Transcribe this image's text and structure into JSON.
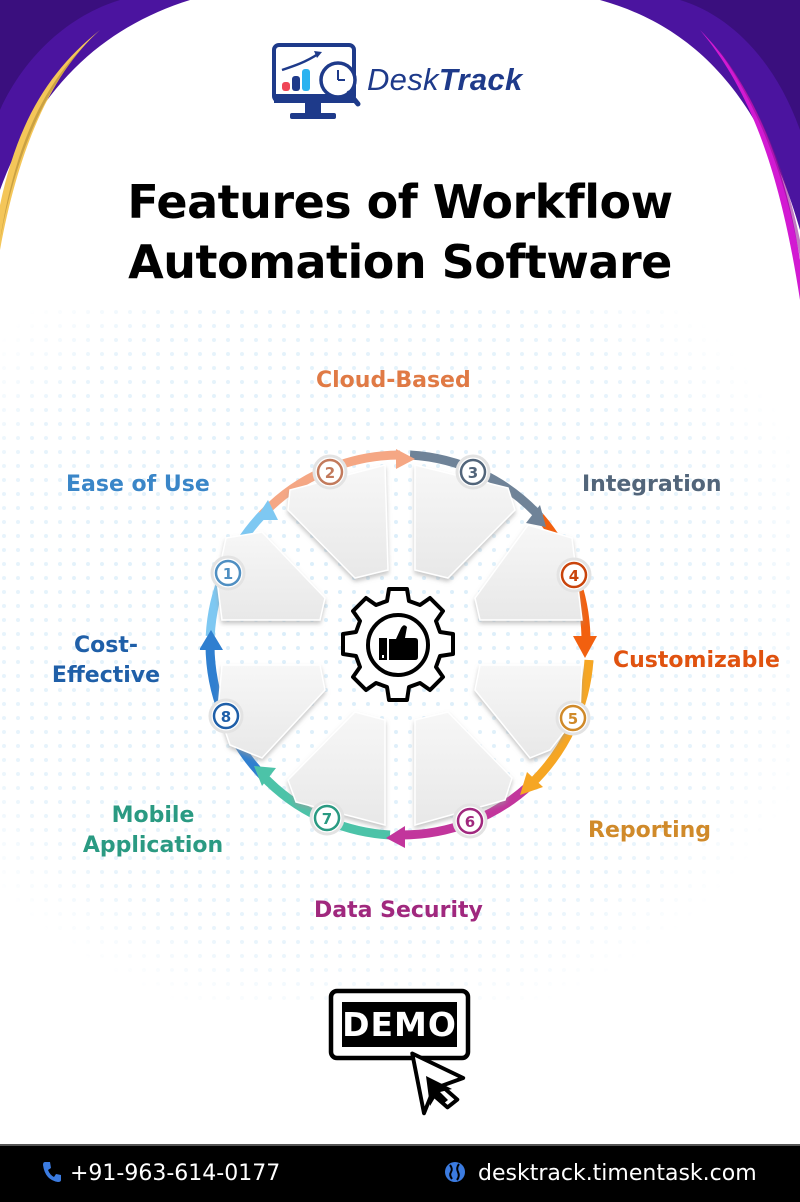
{
  "brand": {
    "logo_text_light": "Desk",
    "logo_text_bold": "Track",
    "logo_icon": "monitor-chart-clock-magnifier-icon",
    "colors": {
      "primary": "#1e3a8a",
      "bar_red": "#ef4656",
      "bar_navy": "#1e3a8a",
      "bar_cyan": "#2bb3f0"
    }
  },
  "decor": {
    "top_left_band": "#4b149f",
    "top_left_accent": "#f4c659",
    "top_right_band": "#4b149f",
    "top_right_accent": "#d21ad2"
  },
  "header": {
    "title_line1": "Features of Workflow",
    "title_line2": "Automation Software"
  },
  "diagram": {
    "center_icon": "gear-thumbs-up-icon",
    "features": [
      {
        "number": "1",
        "label": "Ease of Use",
        "color": "#3a86c8",
        "ring_color": "#7ec8f2"
      },
      {
        "number": "2",
        "label": "Cloud-Based",
        "color": "#e07a45",
        "ring_color": "#f5a784"
      },
      {
        "number": "3",
        "label": "Integration",
        "color": "#52657a",
        "ring_color": "#6f8398"
      },
      {
        "number": "4",
        "label": "Customizable",
        "color": "#e0520f",
        "ring_color": "#f2600f"
      },
      {
        "number": "5",
        "label": "Reporting",
        "color": "#d08a2a",
        "ring_color": "#f6a623"
      },
      {
        "number": "6",
        "label": "Data Security",
        "color": "#a0287e",
        "ring_color": "#c2359c"
      },
      {
        "number": "7",
        "label": "Mobile Application",
        "label_line1": "Mobile",
        "label_line2": "Application",
        "color": "#2a9a82",
        "ring_color": "#4cc3a8"
      },
      {
        "number": "8",
        "label": "Cost-Effective",
        "label_line1": "Cost-",
        "label_line2": "Effective",
        "color": "#1f5fa8",
        "ring_color": "#2f7fd0"
      }
    ]
  },
  "cta": {
    "label": "DEMO",
    "cursor_icon": "mouse-pointer-icon"
  },
  "footer": {
    "phone_icon": "phone-icon",
    "phone": "+91-963-614-0177",
    "web_icon": "globe-icon",
    "website": "desktrack.timentask.com",
    "icon_color": "#3b7be0"
  }
}
